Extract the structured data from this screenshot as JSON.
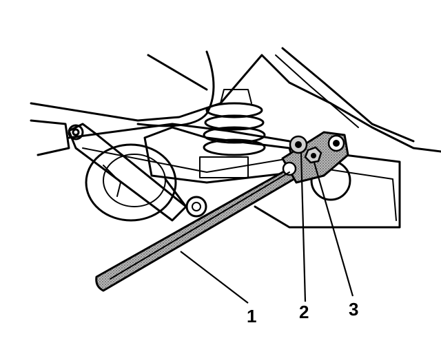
{
  "figure": {
    "callouts": [
      {
        "label": "1"
      },
      {
        "label": "2"
      },
      {
        "label": "3"
      }
    ],
    "colors": {
      "line": "#000000",
      "tool_fill": "#9a9a9a",
      "background": "#ffffff"
    }
  }
}
